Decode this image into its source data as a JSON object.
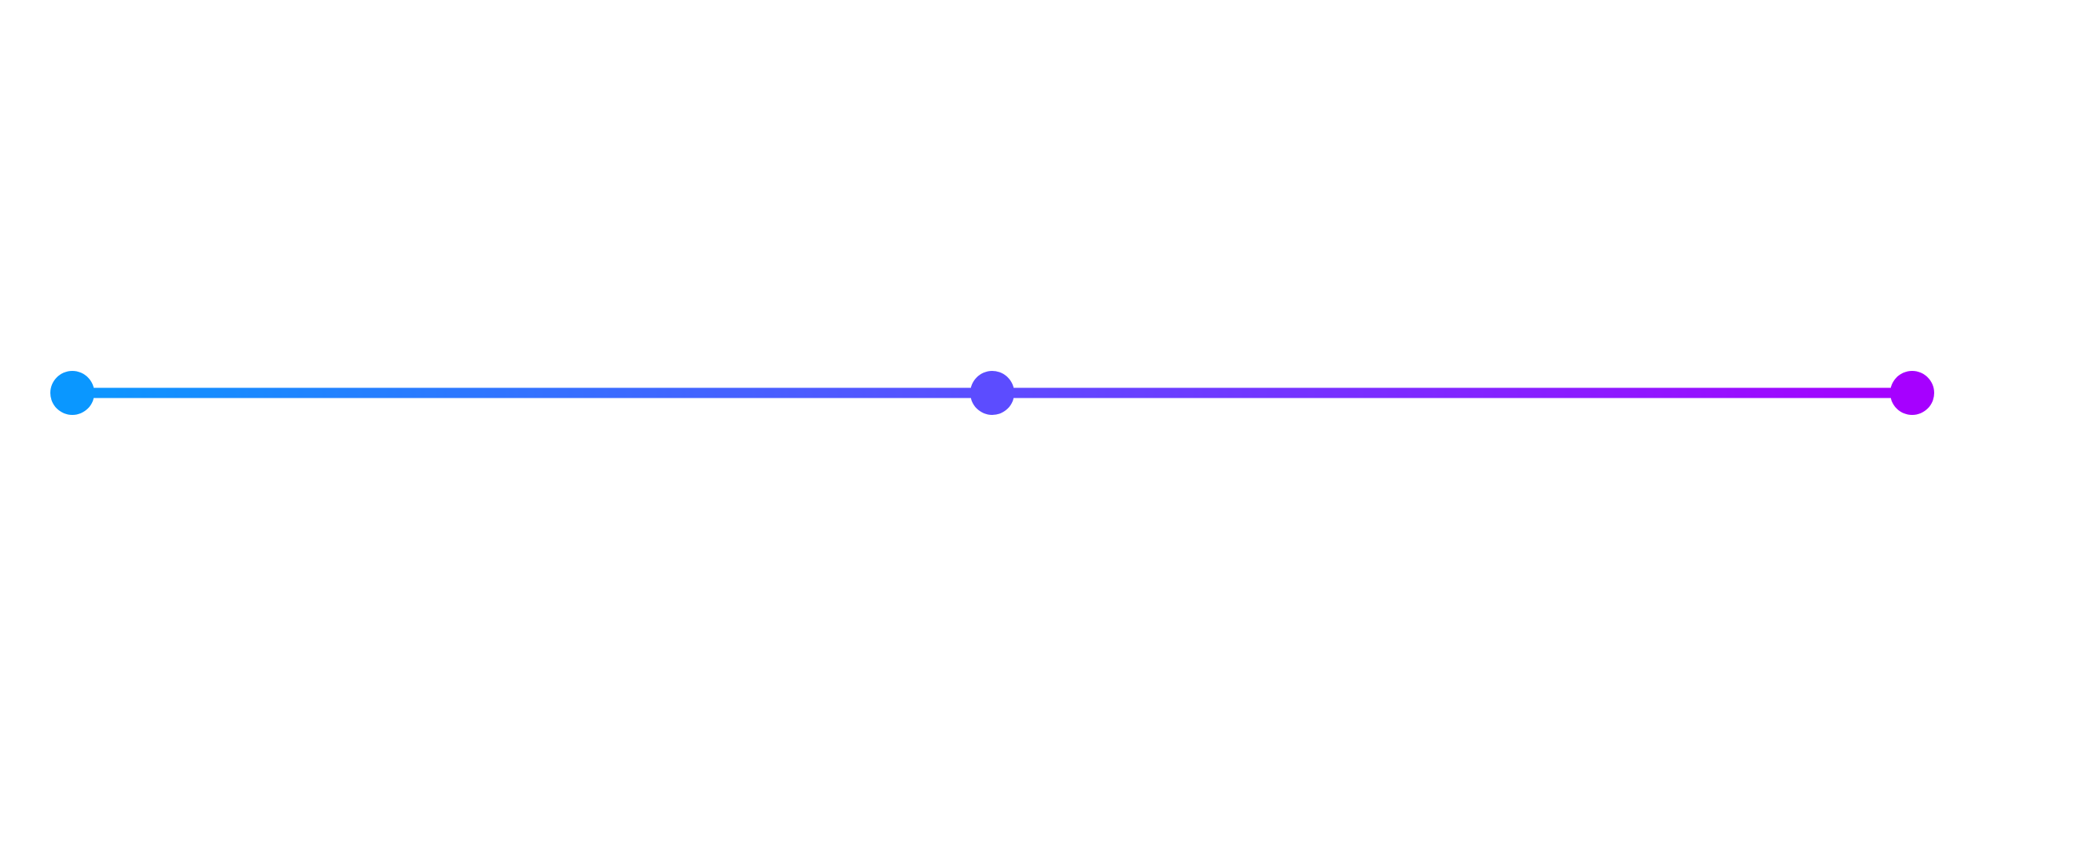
{
  "steps": {
    "count": 3,
    "items": [
      {
        "id": "step-1",
        "color": "#0A97FF"
      },
      {
        "id": "step-2",
        "color": "#5C4CFF"
      },
      {
        "id": "step-3",
        "color": "#A600FF"
      }
    ]
  },
  "connector": {
    "gradient_start": "#0A97FF",
    "gradient_mid": "#5C4CFF",
    "gradient_end": "#A600FF"
  }
}
